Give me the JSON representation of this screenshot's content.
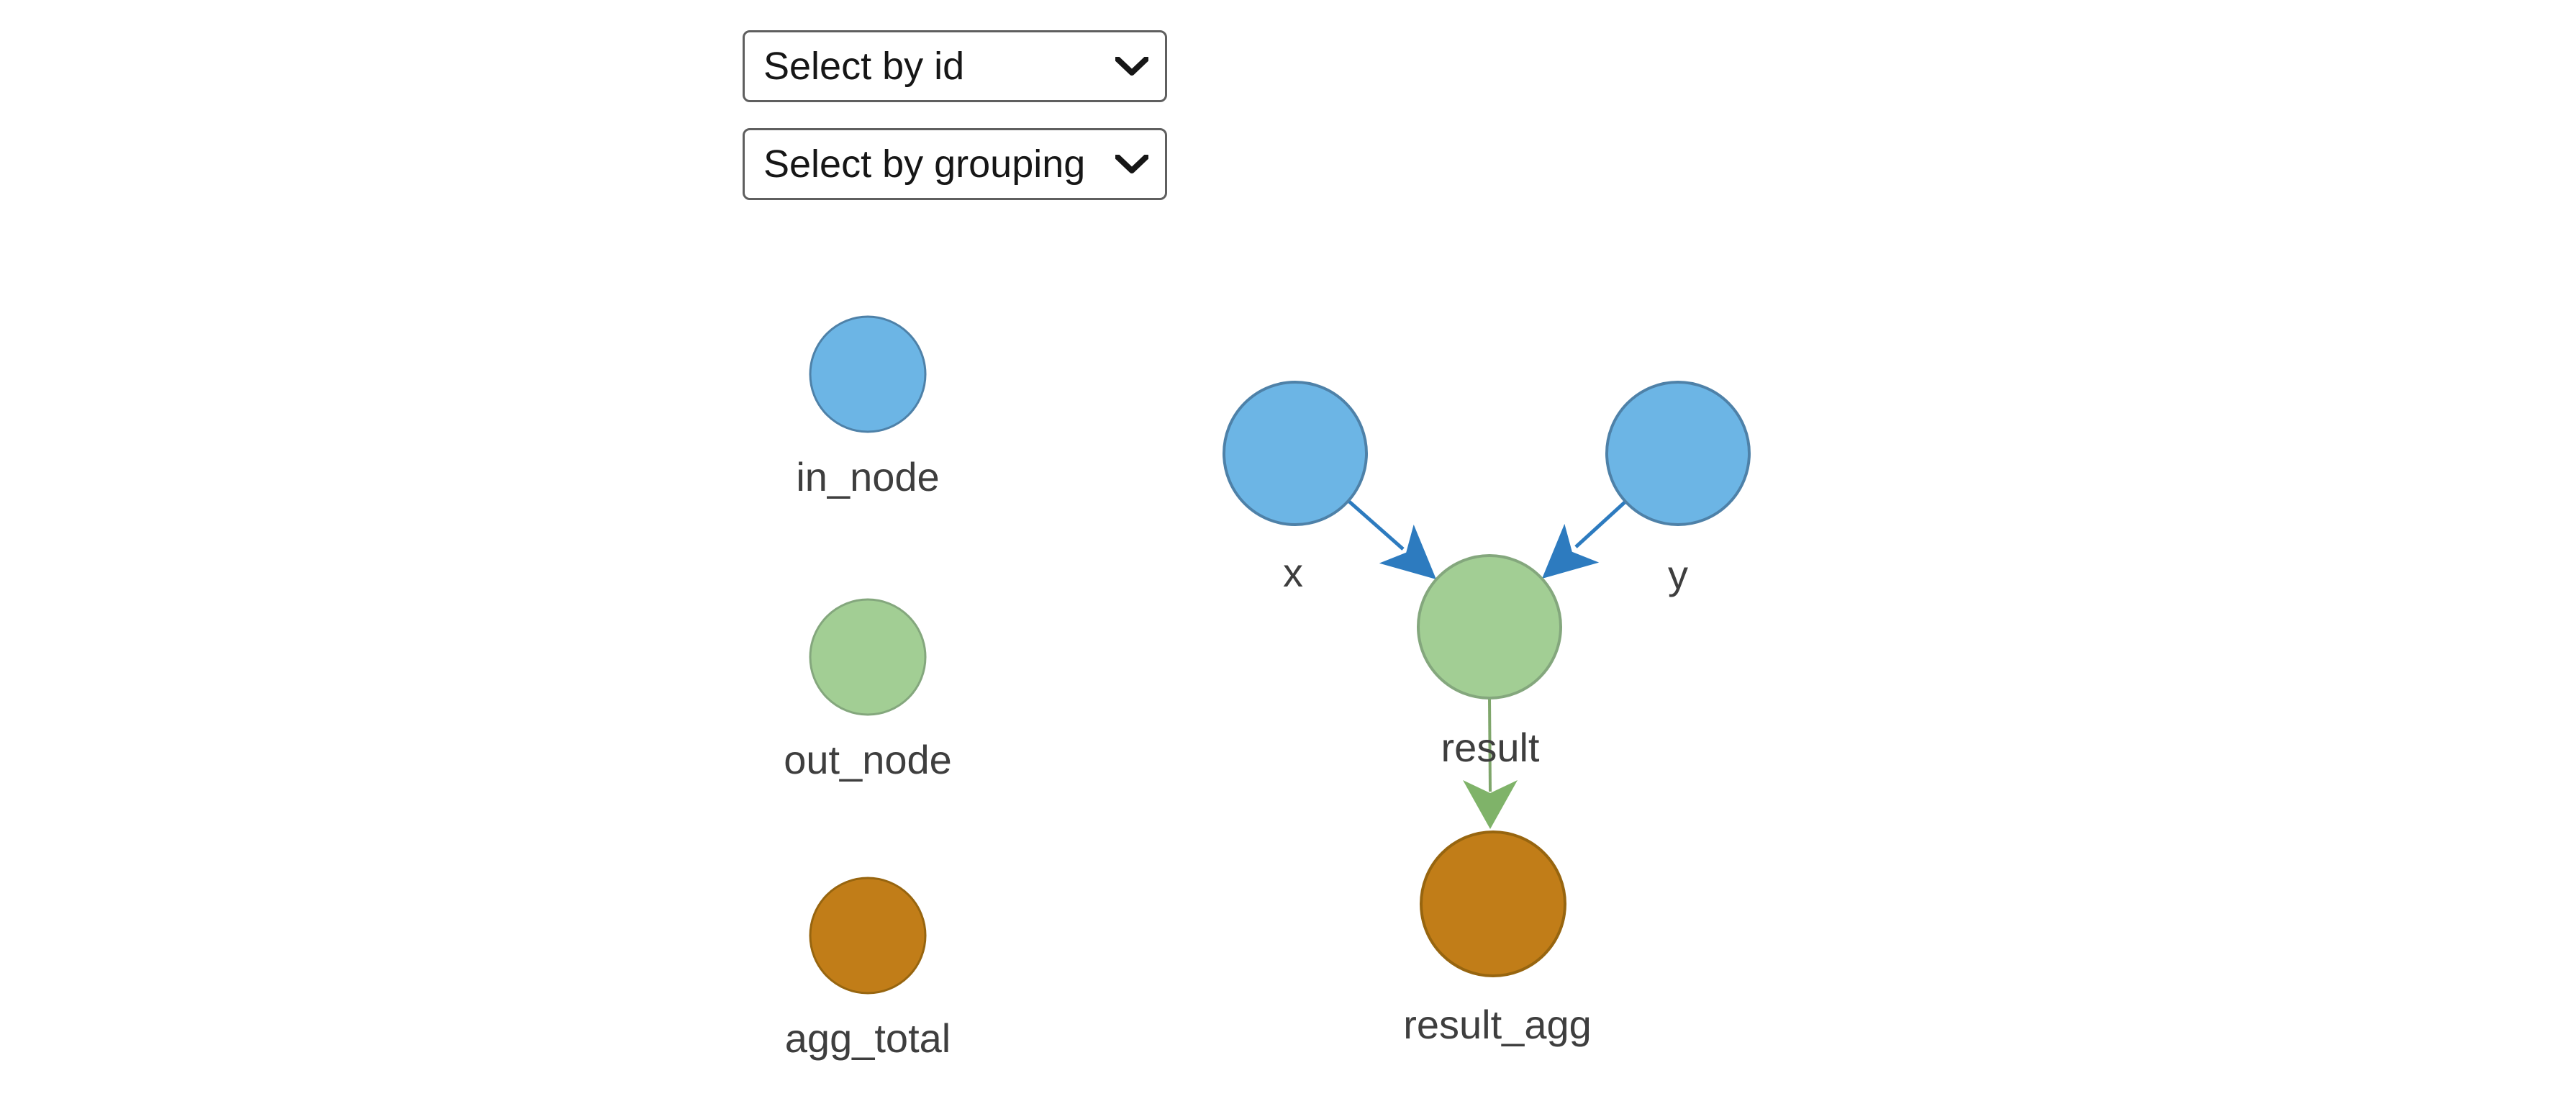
{
  "controls": {
    "select_by_id": {
      "selected_option": "Select by id"
    },
    "select_by_grouping": {
      "selected_option": "Select by grouping"
    }
  },
  "legend": {
    "items": [
      {
        "label": "in_node"
      },
      {
        "label": "out_node"
      },
      {
        "label": "agg_total"
      }
    ]
  },
  "graph": {
    "nodes": [
      {
        "id": "x",
        "label": "x",
        "group": "in_node"
      },
      {
        "id": "y",
        "label": "y",
        "group": "in_node"
      },
      {
        "id": "result",
        "label": "result",
        "group": "out_node"
      },
      {
        "id": "result_agg",
        "label": "result_agg",
        "group": "agg_total"
      }
    ],
    "edges": [
      {
        "from": "x",
        "to": "result"
      },
      {
        "from": "y",
        "to": "result"
      },
      {
        "from": "result",
        "to": "result_agg"
      }
    ]
  },
  "colors": {
    "in_node_fill": "#6CB5E5",
    "in_node_border": "#4E81A8",
    "out_node_fill": "#A2CE94",
    "out_node_border": "#84A77D",
    "agg_fill": "#C17D18",
    "agg_border": "#97650F",
    "edge_blue": "#2D7BBF",
    "edge_green_head": "#7FB369",
    "edge_green_line": "#7FA66B",
    "label_text": "#3E3E3E",
    "select_border": "#5F5F5F",
    "chevron": "#161616"
  }
}
